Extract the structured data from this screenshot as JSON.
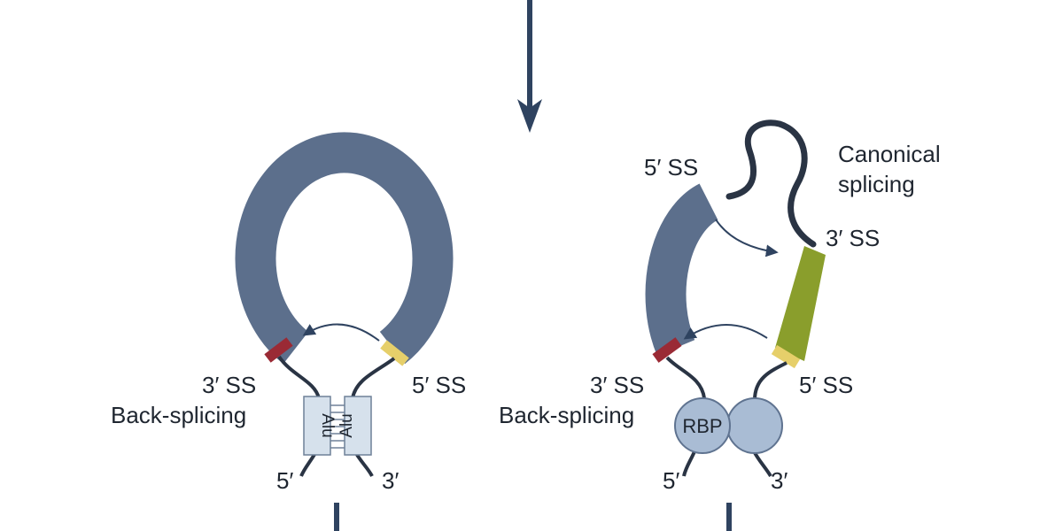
{
  "colors": {
    "exon": "#5c6f8c",
    "intron_line": "#2a3444",
    "arrow": "#2f4360",
    "ss_3prime": "#9a2a35",
    "ss_5prime": "#e6cf6a",
    "exon_downstream": "#8a9e2c",
    "alu_fill": "#d6e1ec",
    "alu_border": "#6f8198",
    "rbp_fill": "#a9bcd4",
    "rbp_border": "#5f7390"
  },
  "left_panel": {
    "ss3_label": "3′ SS",
    "backsplice_label": "Back-splicing",
    "ss5_label": "5′ SS",
    "alu_left": "Alu",
    "alu_right": "Alu",
    "end5_label": "5′",
    "end3_label": "3′"
  },
  "right_panel": {
    "top_ss5_label": "5′ SS",
    "canonical_line1": "Canonical",
    "canonical_line2": "splicing",
    "top_ss3_label": "3′ SS",
    "ss3_label": "3′ SS",
    "backsplice_label": "Back-splicing",
    "ss5_label": "5′ SS",
    "rbp_label": "RBP",
    "end5_label": "5′",
    "end3_label": "3′"
  },
  "icons": {
    "flow_arrow": "down-arrow-icon",
    "splice_arrow": "curved-arrow-icon",
    "rbp": "rna-binding-protein-icon",
    "alu": "alu-repeat-pair-icon"
  }
}
